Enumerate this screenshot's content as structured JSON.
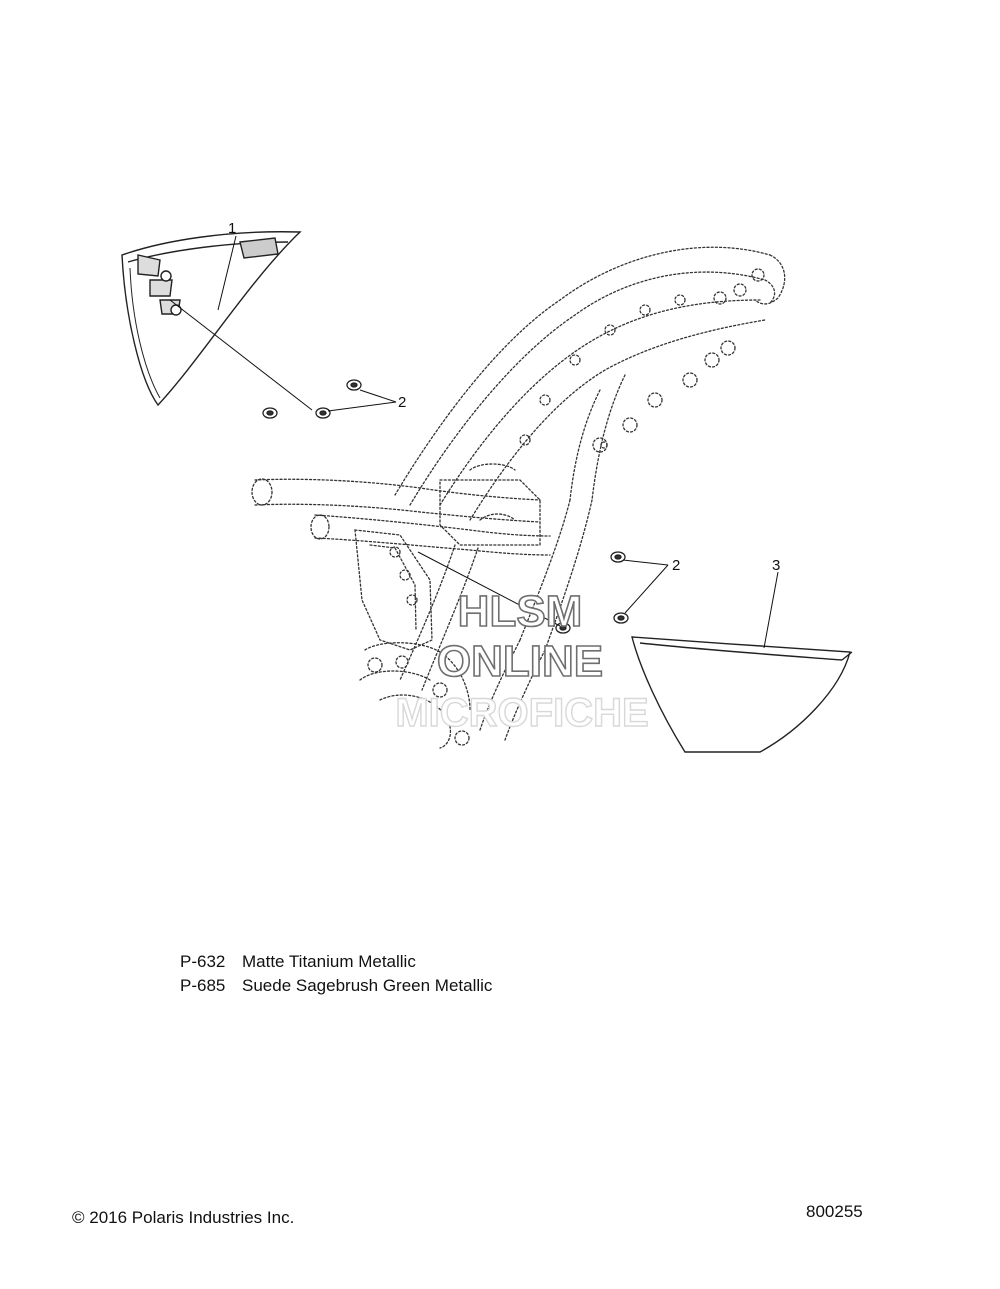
{
  "callouts": [
    "1",
    "2",
    "2",
    "3"
  ],
  "watermark": {
    "line1": "HLSM",
    "line2": "ONLINE",
    "line3": "MICROFICHE"
  },
  "legend": [
    {
      "code": "P-632",
      "name": "Matte Titanium Metallic"
    },
    {
      "code": "P-685",
      "name": "Suede Sagebrush Green Metallic"
    }
  ],
  "copyright": "© 2016 Polaris Industries Inc.",
  "drawing_number": "800255"
}
